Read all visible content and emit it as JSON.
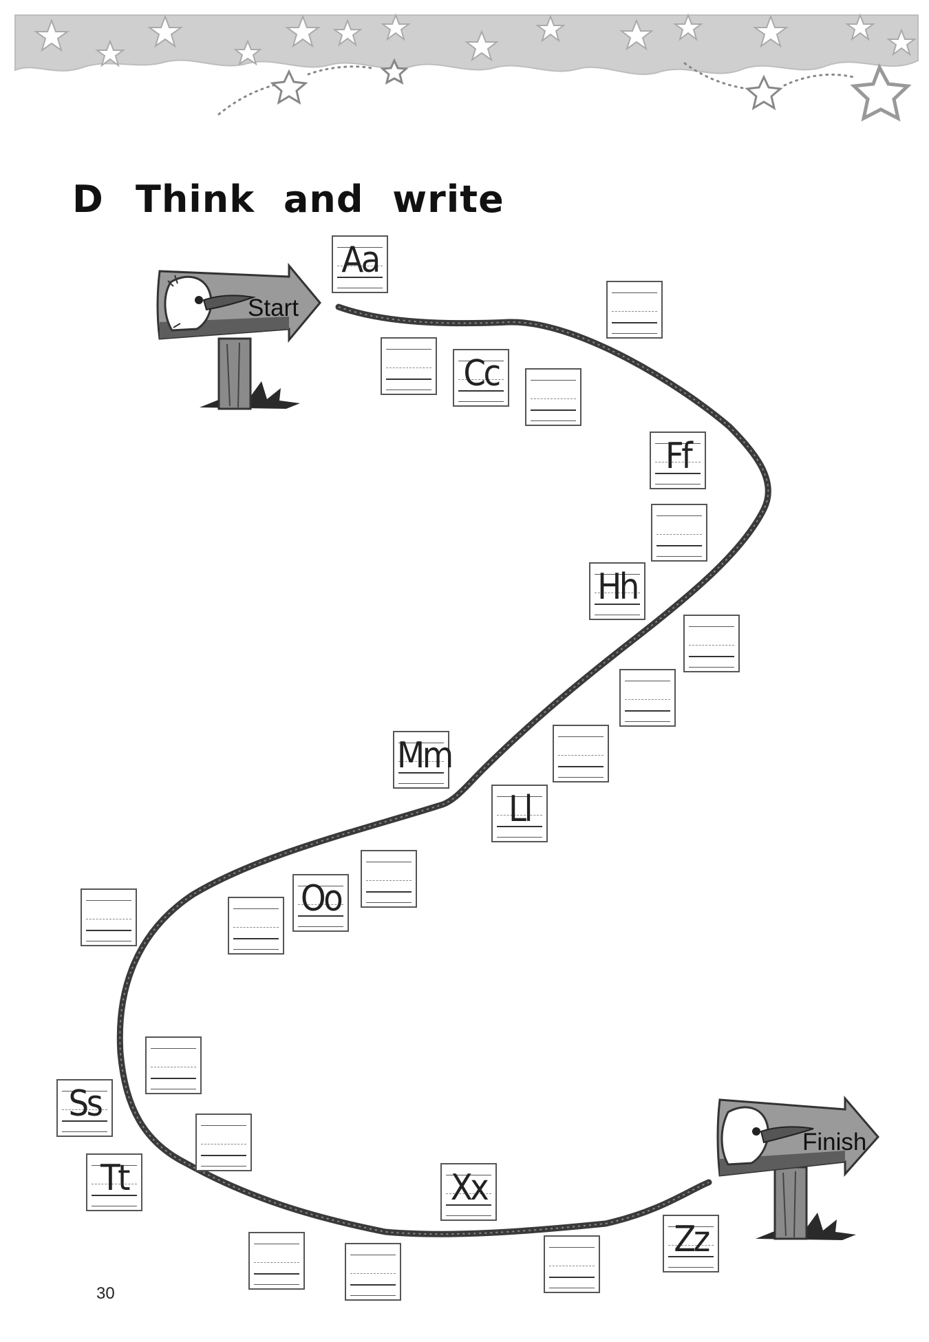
{
  "section_letter": "D",
  "title": "Think and write",
  "page_number": "30",
  "start_sign": {
    "label": "Start"
  },
  "finish_sign": {
    "label": "Finish"
  },
  "letter_boxes": [
    {
      "id": "a",
      "letter": "Aa"
    },
    {
      "id": "b",
      "letter": ""
    },
    {
      "id": "c",
      "letter": "Cc"
    },
    {
      "id": "d",
      "letter": ""
    },
    {
      "id": "e",
      "letter": ""
    },
    {
      "id": "f",
      "letter": "Ff"
    },
    {
      "id": "g",
      "letter": ""
    },
    {
      "id": "h",
      "letter": "Hh"
    },
    {
      "id": "i",
      "letter": ""
    },
    {
      "id": "j",
      "letter": ""
    },
    {
      "id": "k",
      "letter": ""
    },
    {
      "id": "l",
      "letter": "Ll"
    },
    {
      "id": "m",
      "letter": "Mm"
    },
    {
      "id": "n",
      "letter": ""
    },
    {
      "id": "o",
      "letter": "Oo"
    },
    {
      "id": "p",
      "letter": ""
    },
    {
      "id": "q",
      "letter": ""
    },
    {
      "id": "r",
      "letter": ""
    },
    {
      "id": "s",
      "letter": "Ss"
    },
    {
      "id": "t",
      "letter": "Tt"
    },
    {
      "id": "u",
      "letter": ""
    },
    {
      "id": "v",
      "letter": ""
    },
    {
      "id": "w",
      "letter": ""
    },
    {
      "id": "x",
      "letter": "Xx"
    },
    {
      "id": "y",
      "letter": ""
    },
    {
      "id": "z",
      "letter": "Zz"
    }
  ]
}
